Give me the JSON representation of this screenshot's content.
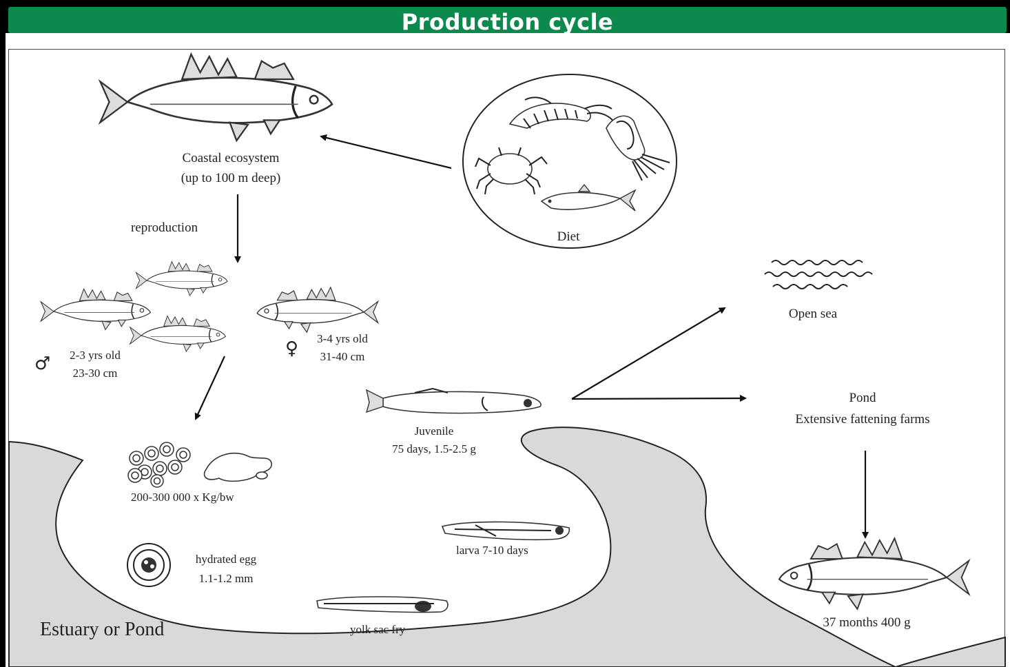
{
  "title": "Production cycle",
  "labels": {
    "coastal_line1": "Coastal ecosystem",
    "coastal_line2": "(up to 100 m deep)",
    "reproduction": "reproduction",
    "diet": "Diet",
    "male_symbol": "♂",
    "male_age": "2-3 yrs old",
    "male_size": "23-30 cm",
    "female_symbol": "♀",
    "female_age": "3-4 yrs old",
    "female_size": "31-40 cm",
    "eggs": "200-300 000 x Kg/bw",
    "hydrated_egg_line1": "hydrated egg",
    "hydrated_egg_line2": "1.1-1.2 mm",
    "yolk_sac_fry": "yolk sac fry",
    "larva": "larva 7-10 days",
    "juvenile_line1": "Juvenile",
    "juvenile_line2": "75 days, 1.5-2.5 g",
    "open_sea": "Open sea",
    "pond_line1": "Pond",
    "pond_line2": "Extensive fattening farms",
    "final_fish": "37 months 400 g",
    "estuary": "Estuary or Pond"
  },
  "colors": {
    "banner": "#0c8a4e",
    "water": "#d9d9d9"
  },
  "icons": [
    "sea-bass-icon",
    "shrimp-icon",
    "crab-icon",
    "squid-icon",
    "small-fish-icon",
    "egg-cluster-icon",
    "hydrated-egg-icon",
    "yolk-sac-fry-icon",
    "larva-icon",
    "juvenile-fish-icon",
    "waves-icon"
  ]
}
